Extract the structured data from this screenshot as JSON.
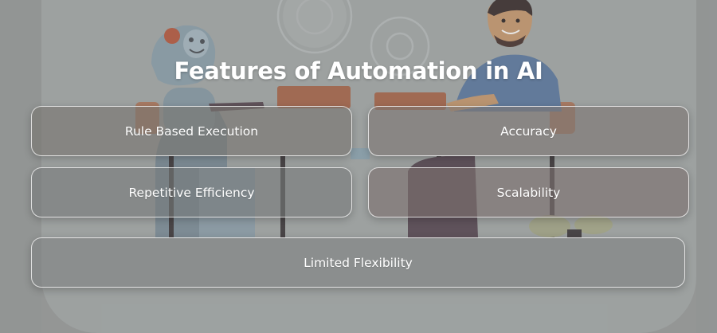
{
  "title": "Features of Automation in AI",
  "features": [
    {
      "label": "Rule Based Execution"
    },
    {
      "label": "Accuracy"
    },
    {
      "label": "Repetitive Efficiency"
    },
    {
      "label": "Scalability"
    },
    {
      "label": "Limited Flexibility"
    }
  ],
  "illustration": {
    "icons": [
      "robot-illustration",
      "person-illustration",
      "gear-icon",
      "desk-illustration",
      "plant-illustration"
    ],
    "colors": {
      "robot_body": "#8c9aa6",
      "robot_head": "#7d8f9b",
      "robot_ear": "#c45a3f",
      "person_shirt": "#5a7aa0",
      "person_skin": "#c9976a",
      "desk_top": "#b36a4c",
      "chair": "#56494c",
      "gear": "#b5b9b9"
    }
  }
}
